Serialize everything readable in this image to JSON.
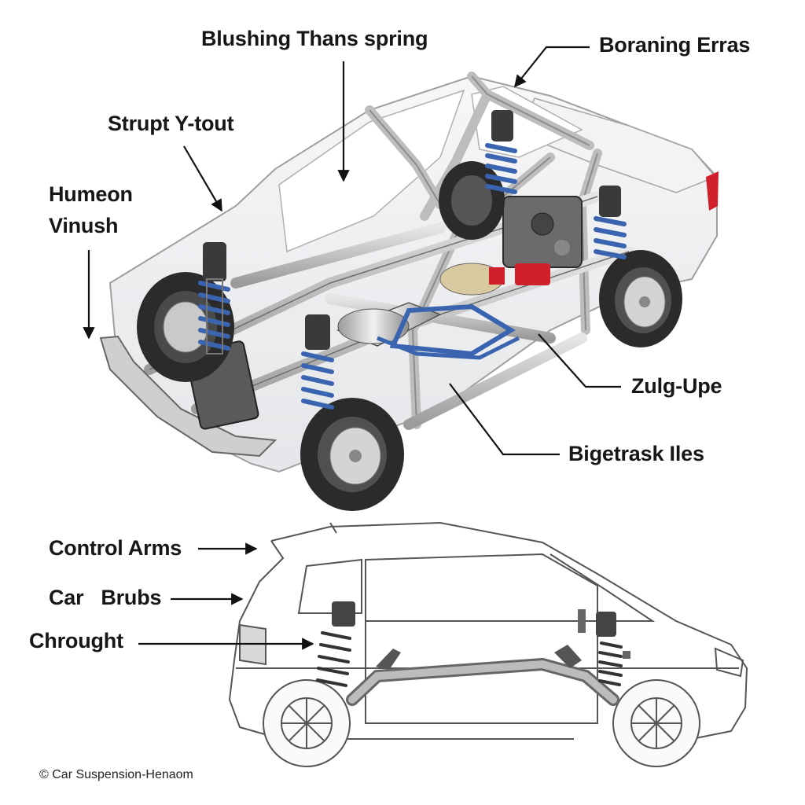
{
  "labels": {
    "blushing_thans_spring": "Blushing Thans spring",
    "boraning_erras": "Boraning Erras",
    "strupt_y_tout": "Strupt Y-tout",
    "humeon_vinush_line1": "Humeon",
    "humeon_vinush_line2": "Vinush",
    "zulg_upe": "Zulg-Upe",
    "bigetrask_iles": "Bigetrask Iles",
    "control_arms": "Control Arms",
    "car_brubs": "Car   Brubs",
    "chrought": "Chrought"
  },
  "credit": "© Car Suspension-Henaom",
  "colors": {
    "spring_blue": "#3a64b0",
    "frame_gray": "#8c8c8c",
    "brake_red": "#d0202c",
    "tire_dark": "#2b2b2b",
    "outline": "#444444"
  }
}
